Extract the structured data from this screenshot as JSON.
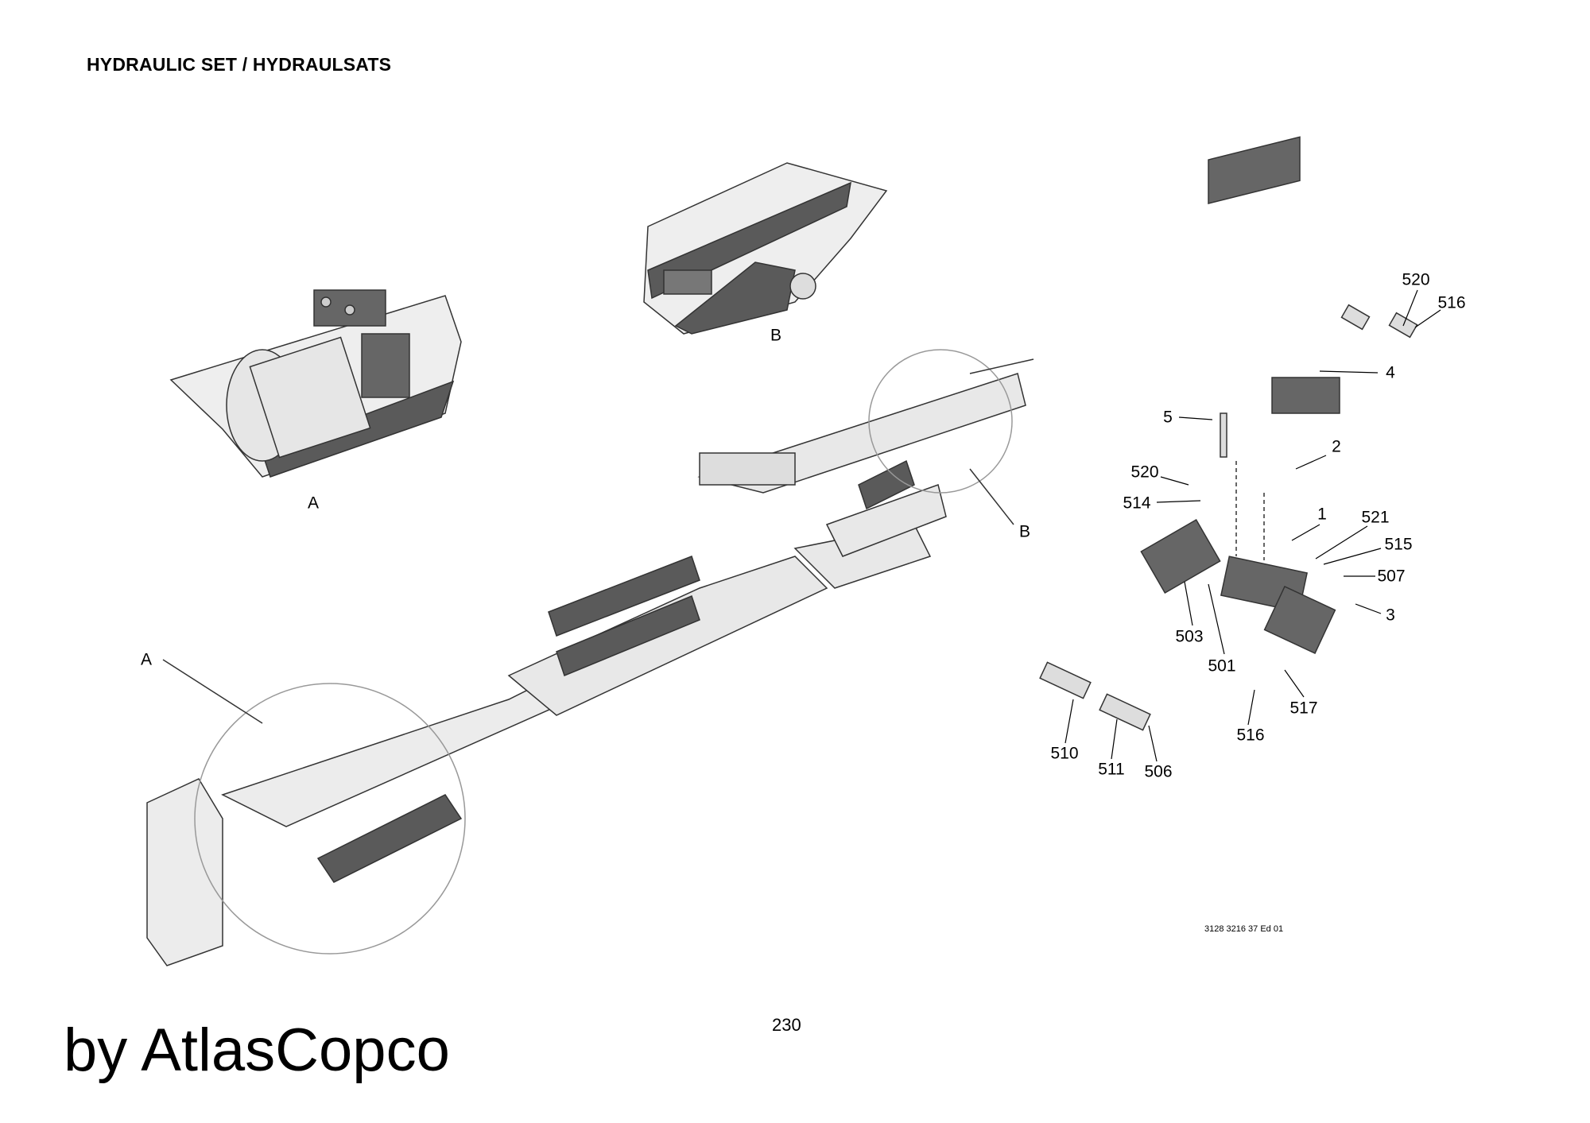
{
  "header": {
    "title": "HYDRAULIC SET / HYDRAULSATS"
  },
  "detail_labels": {
    "detail_a": "A",
    "detail_b": "B",
    "callout_b": "B",
    "callout_a": "A"
  },
  "part_callouts": [
    {
      "label": "520"
    },
    {
      "label": "516"
    },
    {
      "label": "4"
    },
    {
      "label": "5"
    },
    {
      "label": "2"
    },
    {
      "label": "520"
    },
    {
      "label": "514"
    },
    {
      "label": "1"
    },
    {
      "label": "521"
    },
    {
      "label": "515"
    },
    {
      "label": "507"
    },
    {
      "label": "3"
    },
    {
      "label": "503"
    },
    {
      "label": "501"
    },
    {
      "label": "517"
    },
    {
      "label": "516"
    },
    {
      "label": "510"
    },
    {
      "label": "511"
    },
    {
      "label": "506"
    }
  ],
  "footer": {
    "document_number": "3128 3216 37 Ed 01",
    "page_number": "230",
    "brand": "by AtlasCopco"
  },
  "colors": {
    "dark_part": "#5a5a5a",
    "light_part": "#e4e4e4",
    "outline": "#333333"
  }
}
